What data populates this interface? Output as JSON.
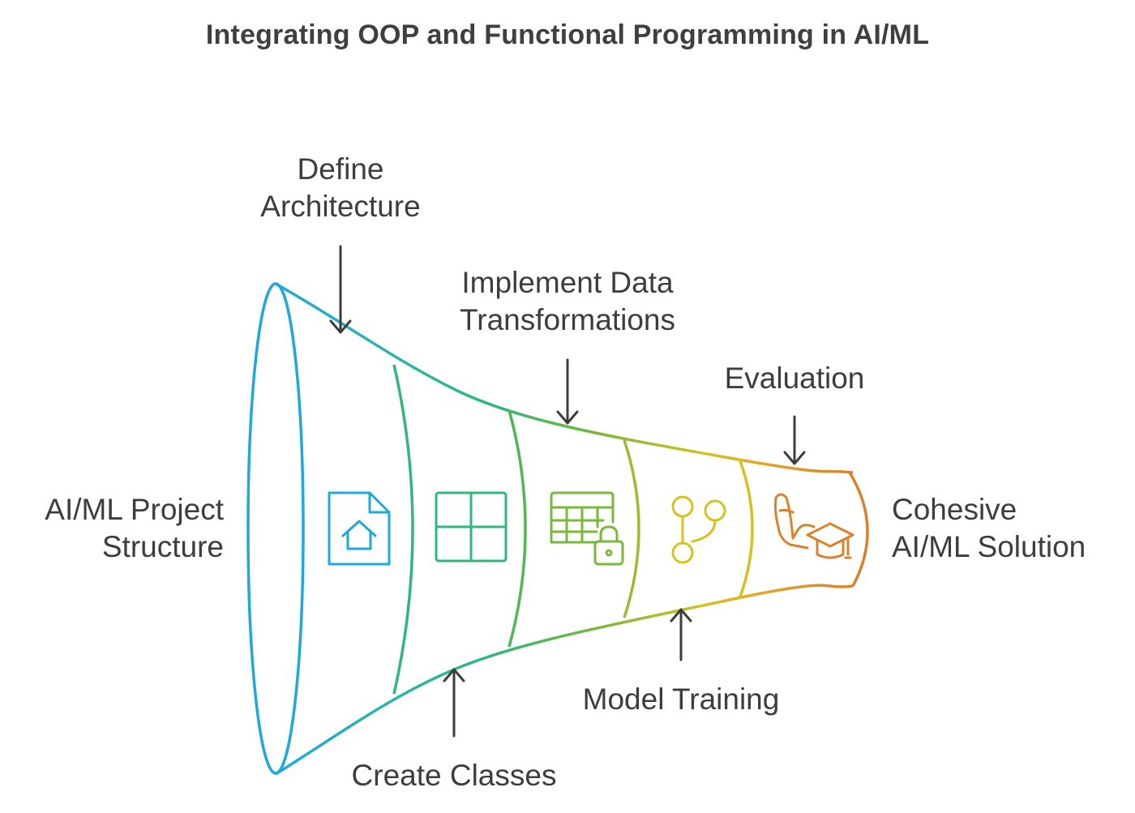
{
  "title": "Integrating OOP and Functional Programming in AI/ML",
  "start_label": [
    "AI/ML Project",
    "Structure"
  ],
  "end_label": [
    "Cohesive",
    "AI/ML Solution"
  ],
  "stages": [
    {
      "label": [
        "Define",
        "Architecture"
      ],
      "icon": "document-home-icon",
      "color": "#1fa8d8"
    },
    {
      "label": [
        "Create Classes"
      ],
      "icon": "grid-icon",
      "color": "#2fb87a"
    },
    {
      "label": [
        "Implement Data",
        "Transformations"
      ],
      "icon": "table-lock-icon",
      "color": "#79b83a"
    },
    {
      "label": [
        "Model Training"
      ],
      "icon": "git-branch-icon",
      "color": "#d6c21e"
    },
    {
      "label": [
        "Evaluation"
      ],
      "icon": "strength-graduation-icon",
      "color": "#d9822b"
    }
  ],
  "colors": {
    "blue": "#1fa8d8",
    "green": "#2fb87a",
    "lime": "#79b83a",
    "yellow": "#d6c21e",
    "orange": "#d9822b",
    "text": "#3d3d3d"
  }
}
